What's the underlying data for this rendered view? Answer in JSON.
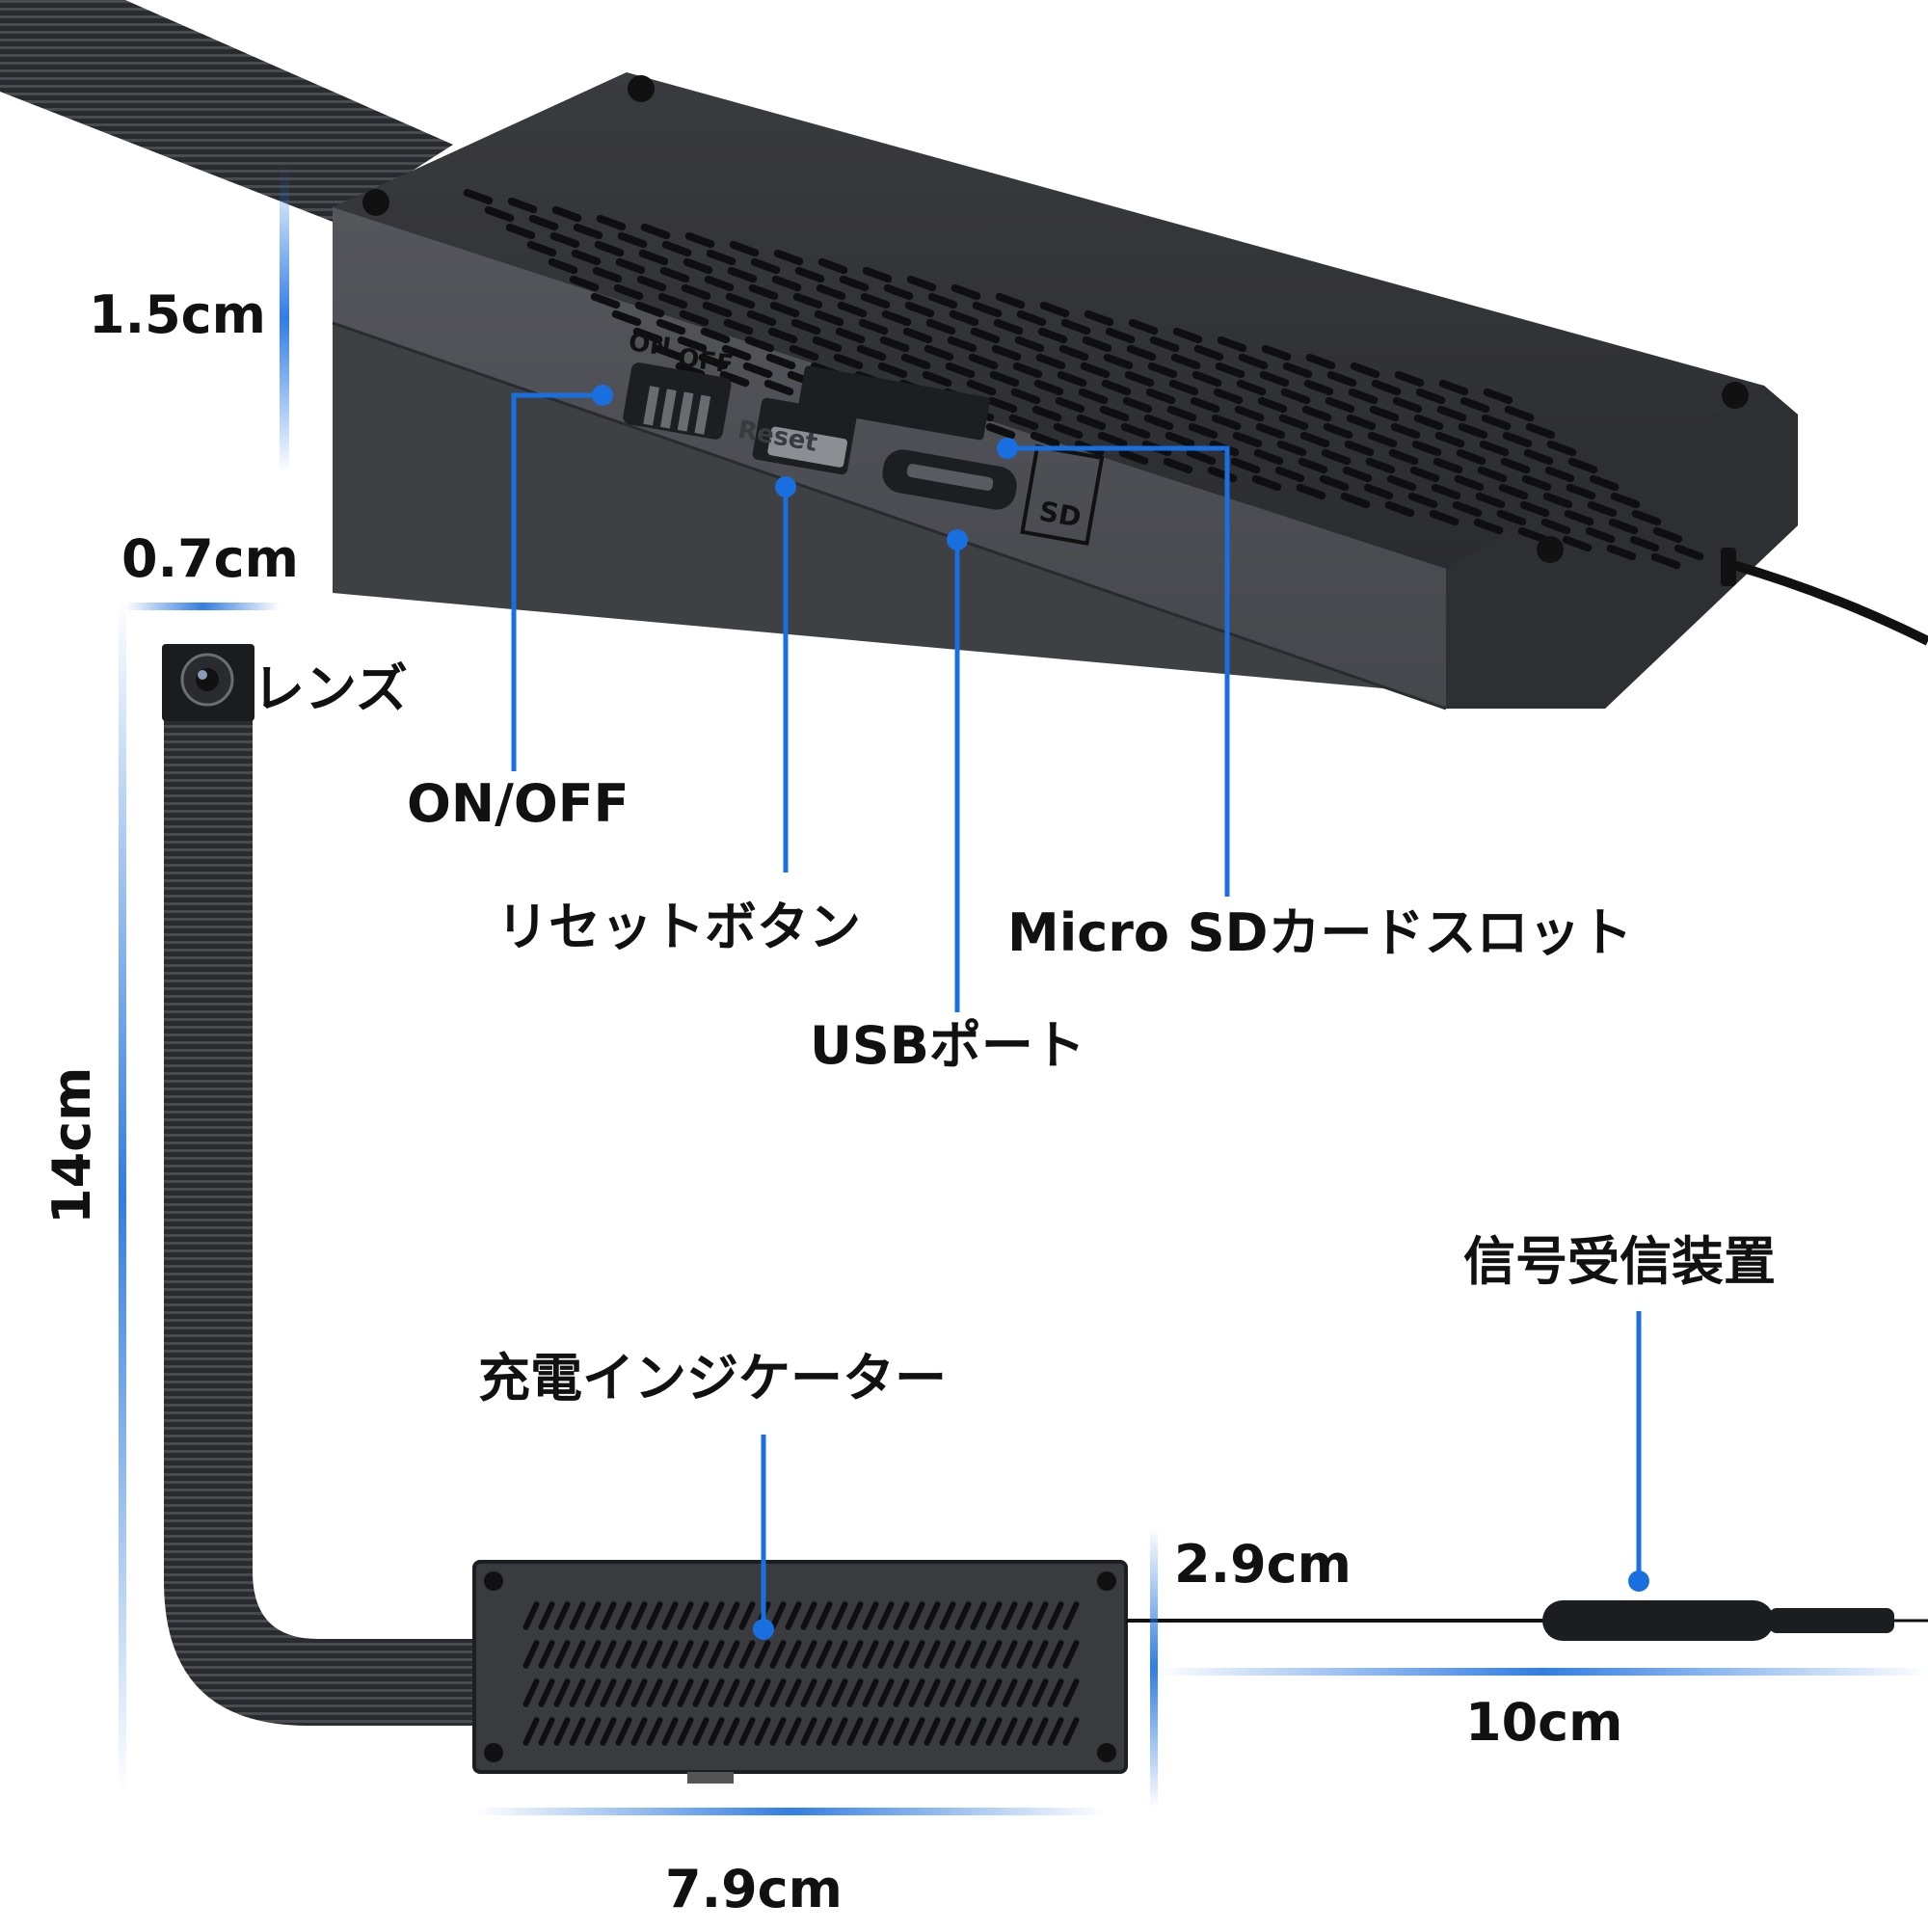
{
  "labels": {
    "on_off": "ON/OFF",
    "reset_button": "リセットボタン",
    "usb_port": "USBポート",
    "sd_slot": "Micro SDカードスロット",
    "lens": "レンズ",
    "charge_indicator": "充電インジケーター",
    "receiver": "信号受信装置"
  },
  "dimensions": {
    "body_height": "1.5cm",
    "lens_width": "0.7cm",
    "cable_length": "14cm",
    "box_height": "2.9cm",
    "antenna_length": "10cm",
    "box_width": "7.9cm"
  },
  "device_markings": {
    "on": "ON",
    "off": "OFF",
    "reset": "Reset",
    "sd": "SD"
  },
  "colors": {
    "accent": "#1a6fe0",
    "device": "#3c3d41",
    "device_dark": "#1e1f22",
    "text": "#111111"
  }
}
